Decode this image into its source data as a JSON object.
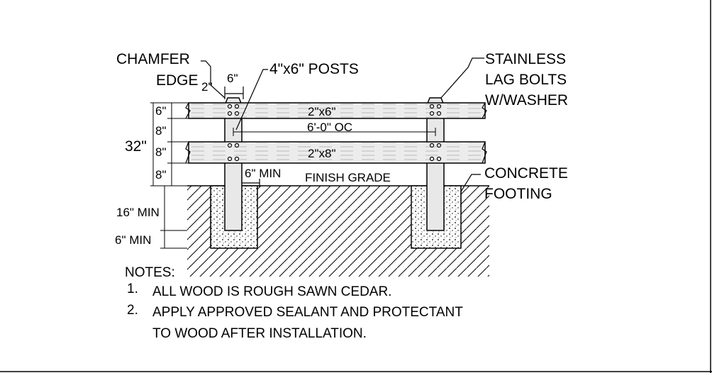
{
  "labels": {
    "chamfer": "CHAMFER",
    "edge": "EDGE",
    "chamfer_dim": "2\"",
    "post_width_dim": "6\"",
    "posts": "4\"x6\" POSTS",
    "stainless": "STAINLESS",
    "lag_bolts": "LAG BOLTS",
    "washer": "W/WASHER",
    "rail_top": "2\"x6\"",
    "spacing": "6'-0\" OC",
    "rail_bottom": "2\"x8\"",
    "min_clear": "6\" MIN",
    "finish_grade": "FINISH GRADE",
    "concrete": "CONCRETE",
    "footing": "FOOTING"
  },
  "dimensions": {
    "d1": "6\"",
    "d2": "8\"",
    "d3": "8\"",
    "d4": "8\"",
    "total": "32\"",
    "embed": "16\" MIN",
    "below": "6\" MIN"
  },
  "notes": {
    "heading": "NOTES:",
    "items": [
      {
        "num": "1.",
        "text": "ALL WOOD IS ROUGH SAWN CEDAR."
      },
      {
        "num": "2.",
        "text": "APPLY APPROVED SEALANT AND PROTECTANT"
      }
    ],
    "continuation": "TO WOOD AFTER INSTALLATION."
  }
}
